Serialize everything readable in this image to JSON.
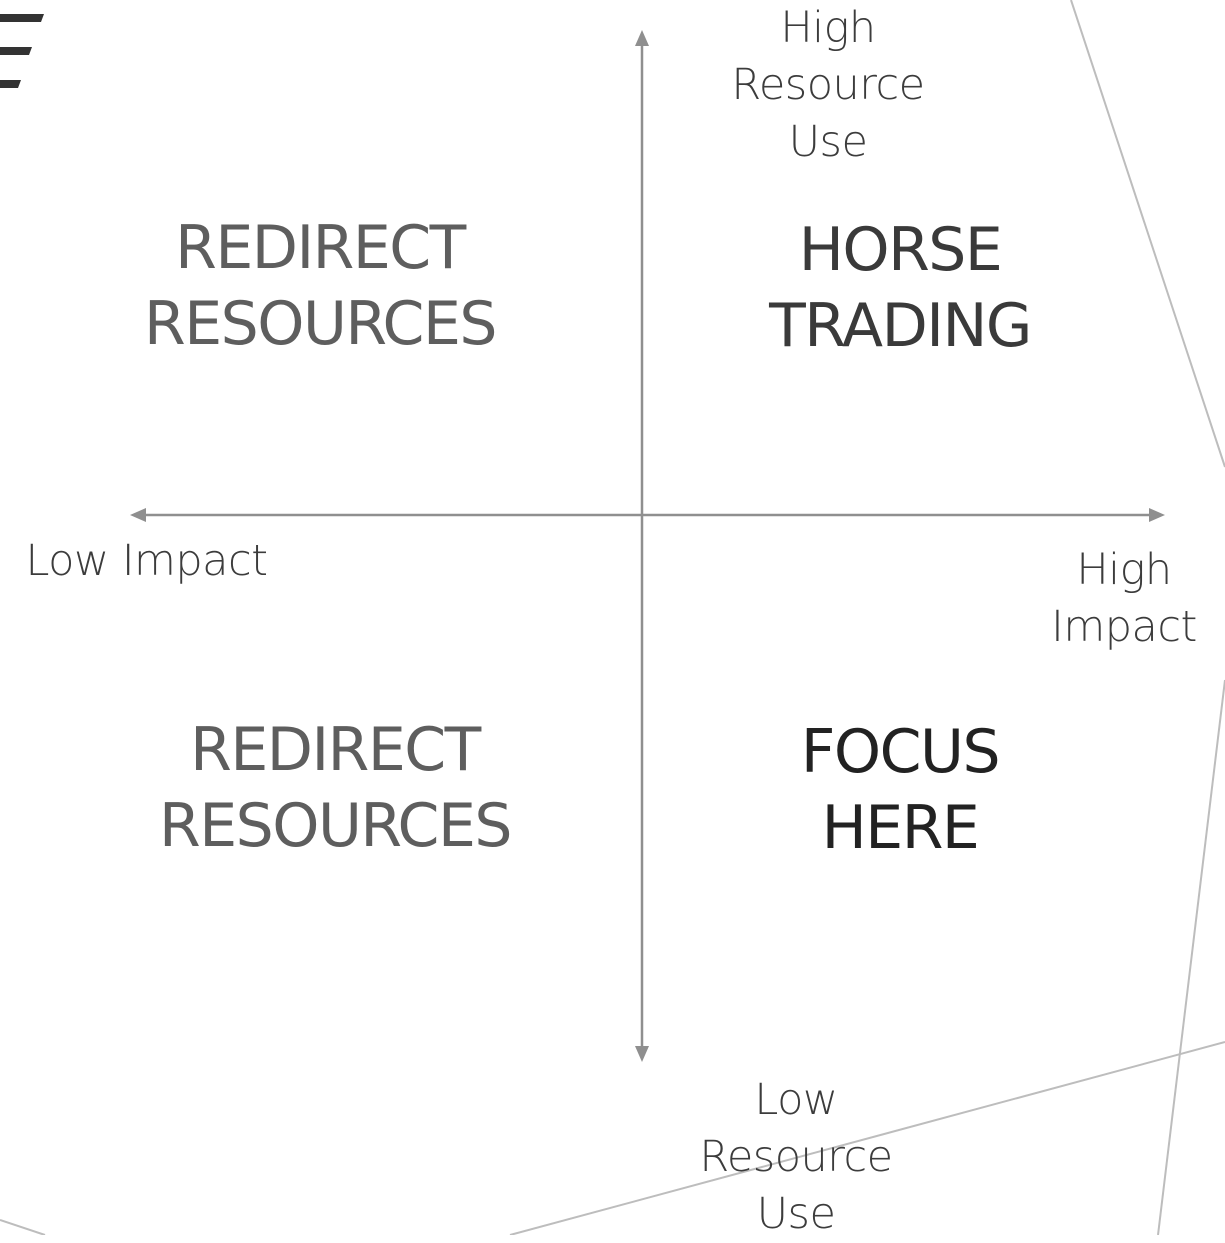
{
  "diagram": {
    "quadrants": {
      "top_left": {
        "line1": "REDIRECT",
        "line2": "RESOURCES"
      },
      "top_right": {
        "line1": "HORSE",
        "line2": "TRADING"
      },
      "bottom_left": {
        "line1": "REDIRECT",
        "line2": "RESOURCES"
      },
      "bottom_right": {
        "line1": "FOCUS",
        "line2": "HERE"
      }
    },
    "axes": {
      "y_top": {
        "line1": "High",
        "line2": "Resource",
        "line3": "Use"
      },
      "y_bottom": {
        "line1": "Low",
        "line2": "Resource",
        "line3": "Use"
      },
      "x_left": {
        "line1": "Low Impact"
      },
      "x_right": {
        "line1": "High",
        "line2": "Impact"
      }
    }
  },
  "colors": {
    "axis": "#8f8f8f",
    "decoration": "#bdbdbd",
    "text": "#3c3c3c",
    "quadrant_text_muted": "#5e5e5e",
    "quadrant_text_focus": "#222222",
    "logo": "#333333"
  }
}
